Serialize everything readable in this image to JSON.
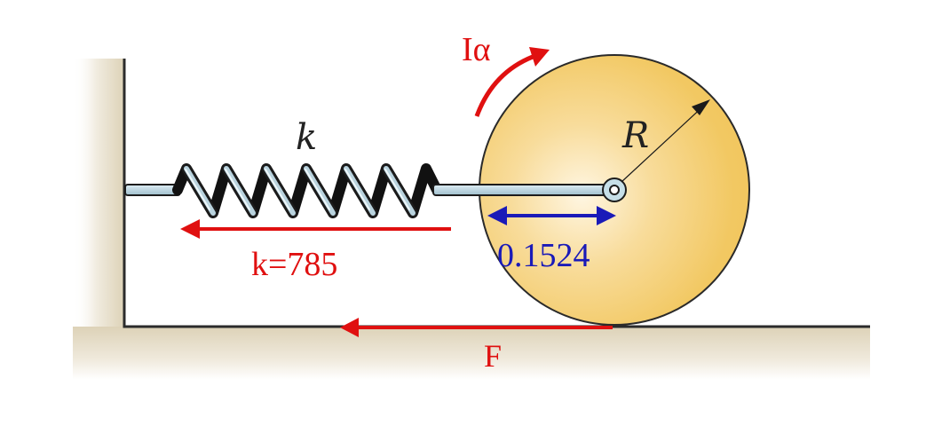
{
  "diagram": {
    "title": "Spring-restrained rolling disk",
    "labels": {
      "spring_symbol": "k",
      "spring_constant": "k=785",
      "radius_symbol": "R",
      "moment_label": "Iα",
      "offset_distance": "0.1524",
      "friction_force": "F"
    },
    "colors": {
      "force_arrows": "#e01010",
      "dimension_arrow": "#1a1ab8",
      "disk_fill": "#f3c96a",
      "spring_steel": "#b9d3de",
      "ground": "#e2d8c0"
    }
  }
}
